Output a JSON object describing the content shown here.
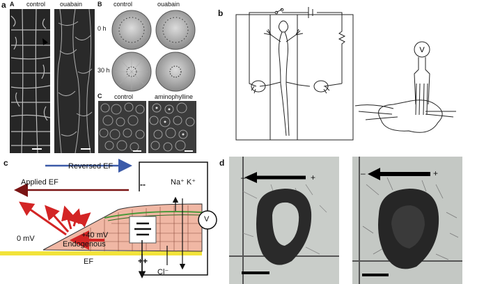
{
  "panel_a": {
    "label": "a",
    "sub_label": "A",
    "captions": [
      "control",
      "ouabain"
    ]
  },
  "panel_a_B": {
    "sub_label": "B",
    "captions": [
      "control",
      "ouabain"
    ],
    "rows": [
      "0 h",
      "30 h"
    ]
  },
  "panel_a_C": {
    "sub_label": "C",
    "captions": [
      "control",
      "aminophylline"
    ]
  },
  "panel_b": {
    "label": "b",
    "meter": "V"
  },
  "panel_c": {
    "label": "c",
    "reversed": "Reversed EF",
    "applied": "Applied EF",
    "zero": "0 mV",
    "plus40": "+40 mV",
    "endogenous": "Endogenous",
    "ef": "EF",
    "ions_top": "Na⁺ K⁺",
    "minus": "--",
    "plus": "++",
    "cl": "Cl⁻",
    "meter": "V"
  },
  "panel_d": {
    "label": "d",
    "minus": "–",
    "plus": "+"
  },
  "colors": {
    "blue_arrow": "#3b5aa8",
    "dark_red": "#7a1414",
    "red": "#d32525",
    "skin": "#f0b7a4",
    "yellow": "#f2e33a",
    "green": "#4a9a3a"
  }
}
